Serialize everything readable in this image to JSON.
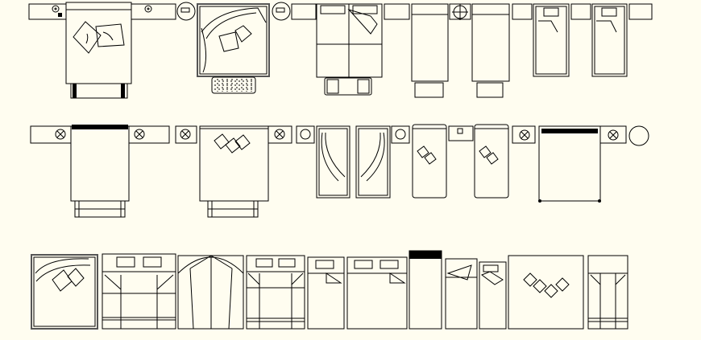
{
  "canvas": {
    "background": "#FFFDF0",
    "line_color": "#000000"
  },
  "rows": [
    {
      "name": "row-1",
      "items": [
        "nightstand",
        "double-bed",
        "nightstand",
        "lamp-table",
        "square-bed-with-rug",
        "lamp-table",
        "nightstand",
        "double-bed-with-bench",
        "nightstand",
        "single-bed",
        "lamp",
        "single-bed",
        "nightstand",
        "single-bed",
        "nightstand",
        "single-bed",
        "nightstand"
      ]
    },
    {
      "name": "row-2",
      "items": [
        "nightstand",
        "double-bed",
        "nightstand",
        "nightstand",
        "double-bed",
        "nightstand",
        "nightstand",
        "twin-bed",
        "twin-bed",
        "nightstand",
        "single-bed",
        "box",
        "single-bed",
        "nightstand",
        "double-bed",
        "nightstand",
        "round-table"
      ]
    },
    {
      "name": "row-3",
      "items": [
        "square-bed",
        "double-bed",
        "canopy-bed",
        "double-bed",
        "single-bed",
        "double-bed",
        "single-bed",
        "single-bed",
        "single-bed",
        "square-bed",
        "single-bed"
      ]
    }
  ]
}
